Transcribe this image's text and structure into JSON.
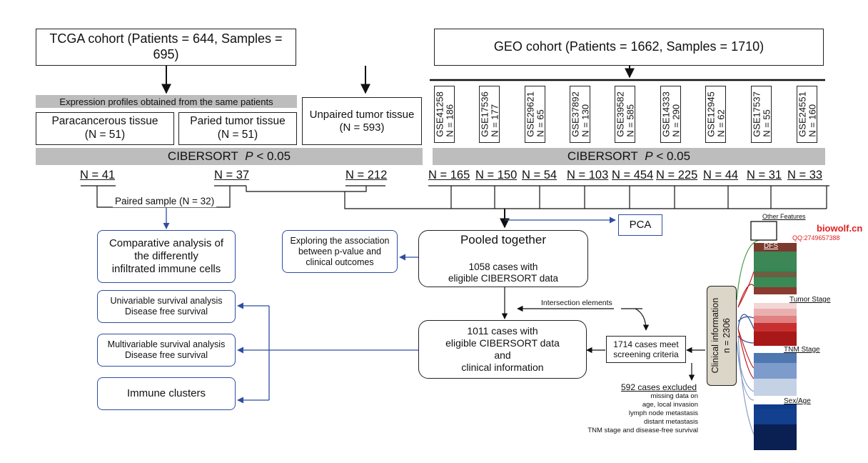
{
  "tcga": {
    "title": "TCGA cohort (Patients = 644, Samples = 695)",
    "same_patients": "Expression profiles obtained from the same patients",
    "paracancerous": "Paracancerous tissue\n(N = 51)",
    "paired_tumor": "Paried tumor tissue\n(N = 51)",
    "unpaired_tumor": "Unpaired tumor tissue\n(N = 593)",
    "cibersort": "CIBERSORT",
    "p_label": "P",
    "p_value": "< 0.05",
    "n_counts": [
      "N = 41",
      "N = 37",
      "N = 212"
    ],
    "paired_sample": "Paired sample (N = 32)"
  },
  "geo": {
    "title": "GEO cohort (Patients = 1662, Samples = 1710)",
    "datasets": [
      "GSE41258\nN = 186",
      "GSE17536\nN = 177",
      "GSE29621\nN = 65",
      "GSE37892\nN = 130",
      "GSE39582\nN = 585",
      "GSE14333\nN = 290",
      "GSE12945\nN = 62",
      "GSE17537\nN = 55",
      "GSE24551\nN = 160"
    ],
    "cibersort": "CIBERSORT",
    "p_label": "P",
    "p_value": "< 0.05",
    "n_counts": [
      "N = 165",
      "N = 150",
      "N = 54",
      "N = 103",
      "N = 454",
      "N = 225",
      "N = 44",
      "N = 31",
      "N = 33"
    ]
  },
  "pca": "PCA",
  "pooled": {
    "title": "Pooled together",
    "detail": "1058 cases with\neligible CIBERSORT data"
  },
  "association": "Exploring the association\nbetween p-value and\nclinical outcomes",
  "analyses": {
    "comparative": "Comparative analysis of\nthe differently\ninfiltrated immune cells",
    "univariable": "Univariable survival analysis\nDisease free survival",
    "multivariable": "Multivariable survival analysis\nDisease free survival",
    "clusters": "Immune clusters"
  },
  "intersection": "Intersection elements",
  "final": "1011 cases with\neligible CIBERSORT data\nand\nclinical information",
  "screening": "1714 cases meet\nscreening criteria",
  "excluded": {
    "title": "592 cases excluded",
    "reasons": "missing data on\nage, local invasion\nlymph node metastasis\ndistant metastasis\nTNM stage and disease-free survival"
  },
  "clinical": {
    "label": "Clinical information",
    "n": "n = 2306",
    "features": [
      "Other Features",
      "DFS",
      "Tumor Stage",
      "TNM Stage",
      "Sex/Age"
    ]
  },
  "watermark": {
    "site": "biowolf.cn",
    "qq": "QQ:2749657388"
  },
  "colors": {
    "arrow_blue": "#2f4da0",
    "gray_bar": "#bdbdbd",
    "watermark_red": "#e02020"
  }
}
